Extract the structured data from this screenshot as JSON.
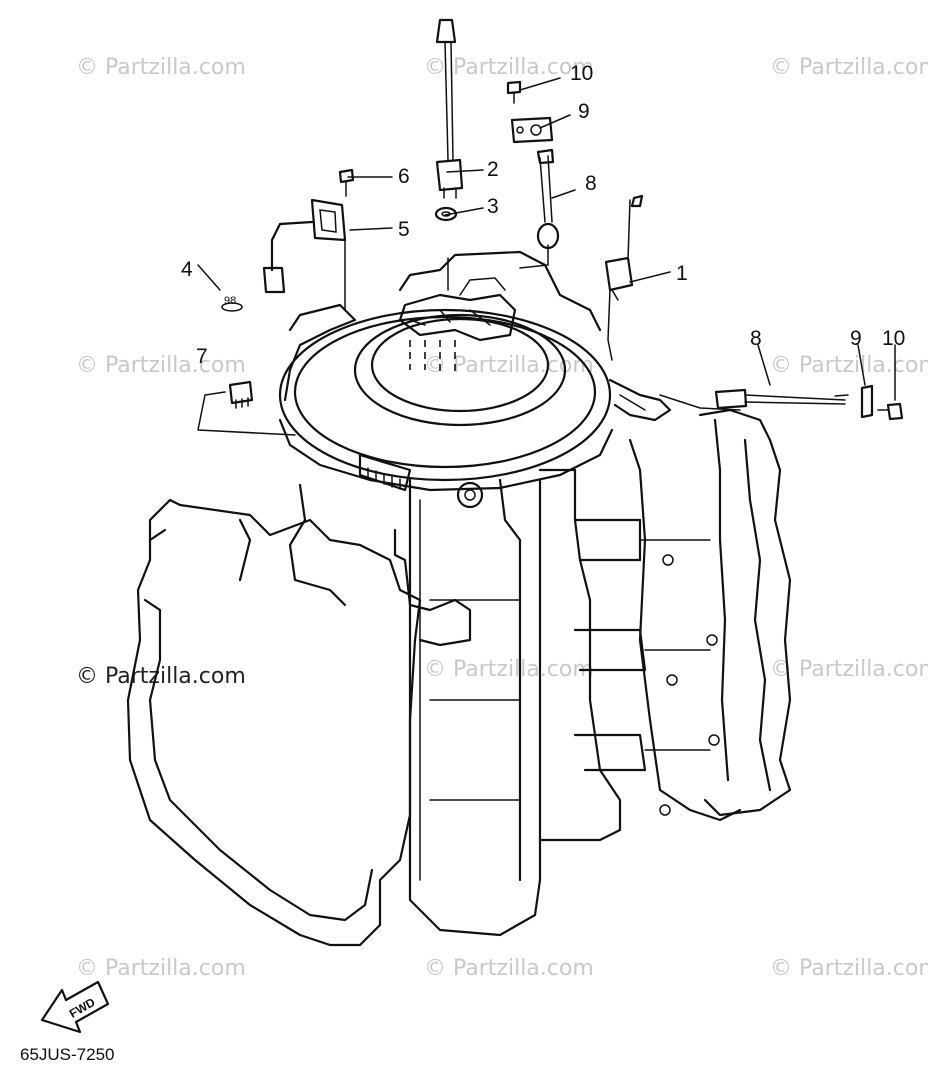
{
  "watermarks": {
    "faint": "© Partzilla.com",
    "bold": "© Partzilla.com"
  },
  "callouts": {
    "c1": "1",
    "c2": "2",
    "c3": "3",
    "c4": "4",
    "c5": "5",
    "c6": "6",
    "c7": "7",
    "c8_top": "8",
    "c8_right": "8",
    "c9_top": "9",
    "c9_right": "9",
    "c10_top": "10",
    "c10_right": "10"
  },
  "part4_mark": "98",
  "fwd_arrow_label": "FWD",
  "diagram_code": "65JUS-7250"
}
